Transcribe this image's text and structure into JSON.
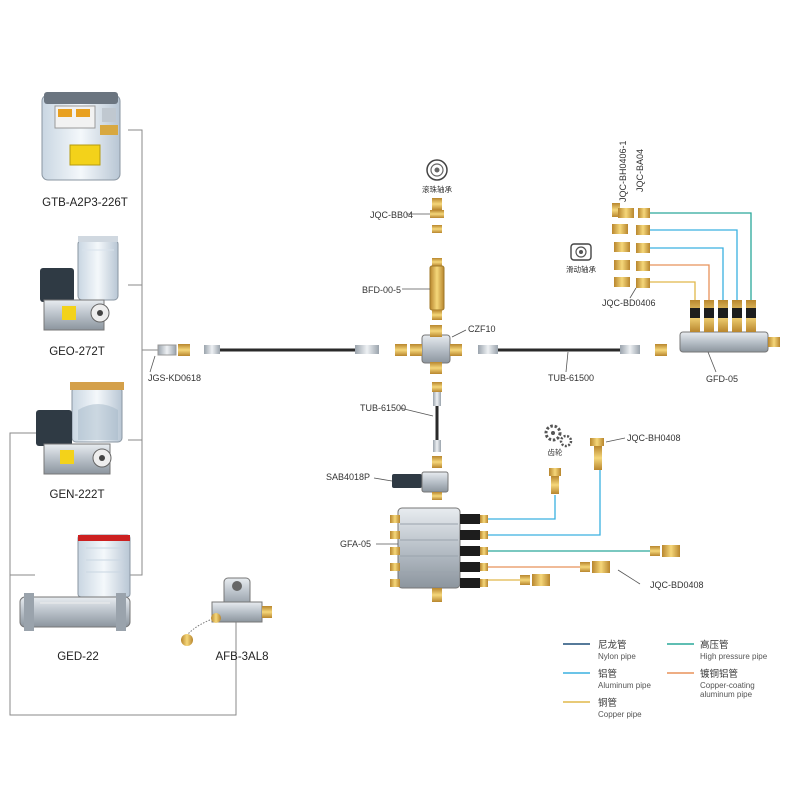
{
  "products": {
    "gtb": "GTB-A2P3-226T",
    "geo": "GEO-272T",
    "gen": "GEN-222T",
    "ged": "GED-22",
    "afb": "AFB-3AL8"
  },
  "components": {
    "jgs": "JGS-KD0618",
    "jqc_bb04": "JQC-BB04",
    "bfd": "BFD-00-5",
    "czf": "CZF10",
    "tub_h": "TUB-61500",
    "tub_v": "TUB-61500",
    "gfd": "GFD-05",
    "jqc_bd0406": "JQC-BD0406",
    "jqc_bh0406": "JQC-BH0406-1",
    "jqc_ba04": "JQC-BA04",
    "jqc_bh0408": "JQC-BH0408",
    "sab": "SAB4018P",
    "gfa": "GFA-05",
    "jqc_bd0408": "JQC-BD0408",
    "roller_bearing": "滚珠轴承",
    "sliding_bearing": "滑动轴承",
    "gear": "齿轮"
  },
  "legend": [
    {
      "cn": "尼龙管",
      "en": "Nylon pipe",
      "color": "#1f4e79"
    },
    {
      "cn": "高压管",
      "en": "High pressure pipe",
      "color": "#2aa89a"
    },
    {
      "cn": "铝管",
      "en": "Aluminum pipe",
      "color": "#3ab0e0"
    },
    {
      "cn": "镀铜铝管",
      "en": "Copper-coating aluminum pipe",
      "color": "#e8925a"
    },
    {
      "cn": "铜管",
      "en": "Copper pipe",
      "color": "#e0b84a"
    }
  ]
}
